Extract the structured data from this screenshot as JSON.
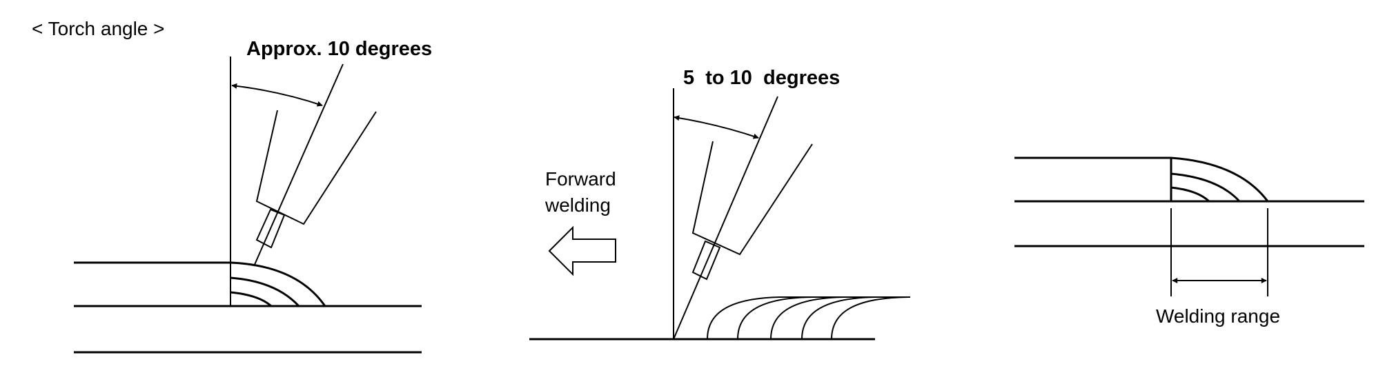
{
  "section_title": "< Torch angle >",
  "panel_vertical": {
    "angle_label": "Approx. 10 degrees"
  },
  "panel_forward": {
    "angle_label": "5  to 10  degrees",
    "direction_label_line1": "Forward",
    "direction_label_line2": "welding",
    "direction_icon": "left-arrow-icon"
  },
  "panel_range": {
    "range_label": "Welding range"
  },
  "colors": {
    "ink": "#000000",
    "background": "#ffffff"
  }
}
